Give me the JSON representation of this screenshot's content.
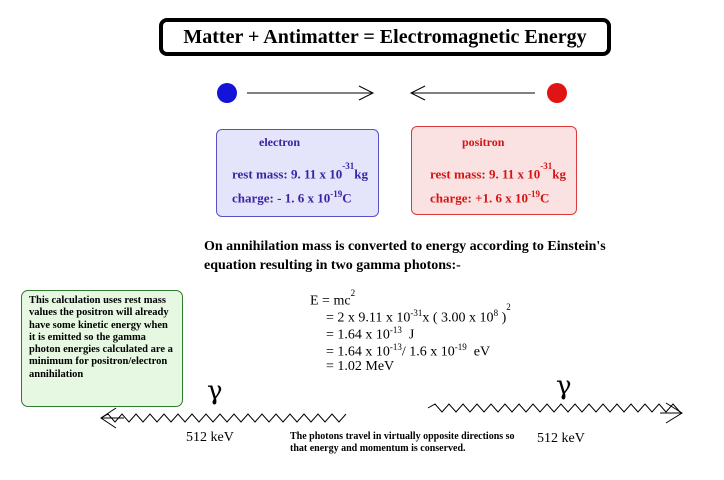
{
  "title": "Matter + Antimatter = Electromagnetic Energy",
  "colors": {
    "electron": "#1414d8",
    "positron": "#e01414"
  },
  "electron": {
    "label": "electron",
    "mass_prefix": "rest mass: 9. 11 x 10",
    "mass_exp": "-31",
    "mass_unit": "kg",
    "charge_prefix": "charge: - 1. 6 x 10",
    "charge_exp": "-19",
    "charge_unit": "C"
  },
  "positron": {
    "label": "positron",
    "mass_prefix": "rest mass: 9. 11 x 10",
    "mass_exp": "-31",
    "mass_unit": "kg",
    "charge_prefix": "charge: +1. 6 x 10",
    "charge_exp": "-19",
    "charge_unit": "C"
  },
  "intro": "On annihilation mass is converted to energy according to Einstein's equation resulting in two gamma photons:-",
  "note": "This calculation uses rest mass values the positron will already have some kinetic energy when it is emitted so the gamma photon energies calculated are a minimum for positron/electron annihilation",
  "equation": {
    "l1_a": "E = mc",
    "l1_exp": "2",
    "l2_a": "= 2 x 9.11 x 10",
    "l2_exp1": "-31",
    "l2_b": "x ( 3.00 x 10",
    "l2_exp2": "8",
    "l2_c": " )",
    "l2_exp3": "2",
    "l3_a": "= 1.64 x 10",
    "l3_exp": "-13",
    "l3_b": "  J",
    "l4_a": "= 1.64 x 10",
    "l4_exp1": "-13",
    "l4_b": "/ 1.6 x 10",
    "l4_exp2": "-19",
    "l4_c": "  eV",
    "l5": "= 1.02 MeV"
  },
  "gamma_left": {
    "symbol": "γ",
    "energy": "512 keV"
  },
  "gamma_right": {
    "symbol": "γ",
    "energy": "512 keV"
  },
  "footer": "The photons travel in virtually opposite directions so that energy and momentum is conserved."
}
